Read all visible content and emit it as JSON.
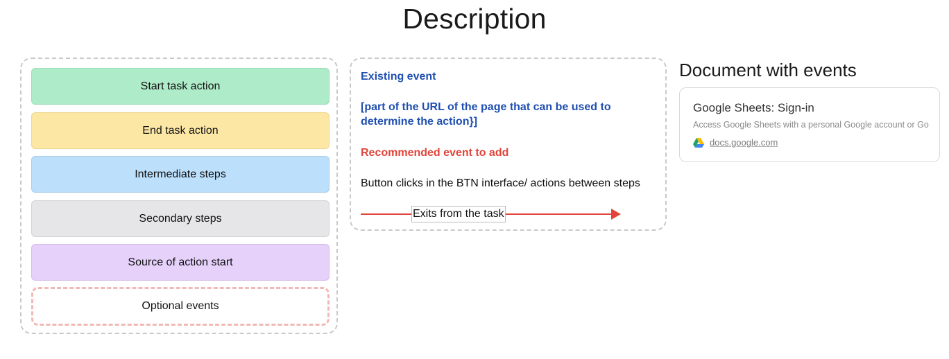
{
  "title": "Description",
  "legend": {
    "items": [
      {
        "label": "Start task action",
        "color": "#aeecc9",
        "border": "#9ddbb8"
      },
      {
        "label": "End task action",
        "color": "#fde7a5",
        "border": "#ecd68f"
      },
      {
        "label": "Intermediate steps",
        "color": "#bcdffb",
        "border": "#a8cdea"
      },
      {
        "label": "Secondary steps",
        "color": "#e6e5e8",
        "border": "#d3d2d5"
      },
      {
        "label": "Source of action start",
        "color": "#e6d1fb",
        "border": "#d4bde9"
      }
    ],
    "optional": {
      "label": "Optional events",
      "border": "#f1b9b5"
    }
  },
  "key": {
    "existing_event": "Existing event",
    "url_note": "[part of the URL of the page that can be used to determine the action}]",
    "recommended_event": "Recommended event to add",
    "button_clicks": "Button clicks in the  BTN interface/ actions between steps",
    "exits": "Exits from the task",
    "colors": {
      "existing": "#1f4fb0",
      "recommended": "#e0443a",
      "exit_arrow": "#e0443a"
    }
  },
  "document": {
    "heading": "Document with events",
    "card": {
      "title": "Google Sheets: Sign-in",
      "description": "Access Google Sheets with a personal Google account or Go",
      "domain": "docs.google.com",
      "icon": "google-drive-icon"
    }
  }
}
